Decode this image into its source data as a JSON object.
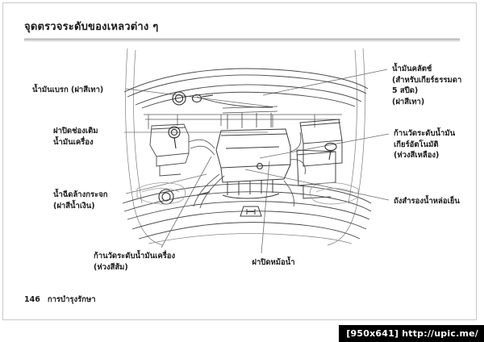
{
  "page": {
    "title": "จุดตรวจระดับของเหลวต่าง ๆ",
    "footer_page_number": "146",
    "footer_section": "การบำรุงรักษา"
  },
  "callouts": {
    "brake_fluid": "น้ำมันเบรก (ฝาสีเทา)",
    "engine_oil_filler_cap": "ฝาปิดช่องเติม\nน้ำมันเครื่อง",
    "windshield_washer": "น้ำฉีดล้างกระจก\n(ฝาสีน้ำเงิน)",
    "engine_oil_dipstick": "ก้านวัดระดับน้ำมันเครื่อง\n(ห่วงสีส้ม)",
    "radiator_cap": "ฝาปิดหม้อน้ำ",
    "clutch_fluid": "น้ำมันคลัตช์\n(สำหรับเกียร์ธรรมดา\n5 สปีด)\n(ฝาสีเทา)",
    "auto_trans_dipstick": "ก้านวัดระดับน้ำมัน\nเกียร์อัตโนมัติ\n(ห่วงสีเหลือง)",
    "coolant_reservoir": "ถังสำรองน้ำหล่อเย็น"
  },
  "watermark": {
    "dimensions_label": "[950x641]",
    "url": "http://upic.me/"
  },
  "colors": {
    "page_background": "#ffffff",
    "text": "#1b1b1b",
    "rule": "#8a8a8a",
    "line_art": "#3c3c3c",
    "line_art_light": "#9a9a9a",
    "watermark_background": "#000000",
    "watermark_text": "#ffffff"
  }
}
